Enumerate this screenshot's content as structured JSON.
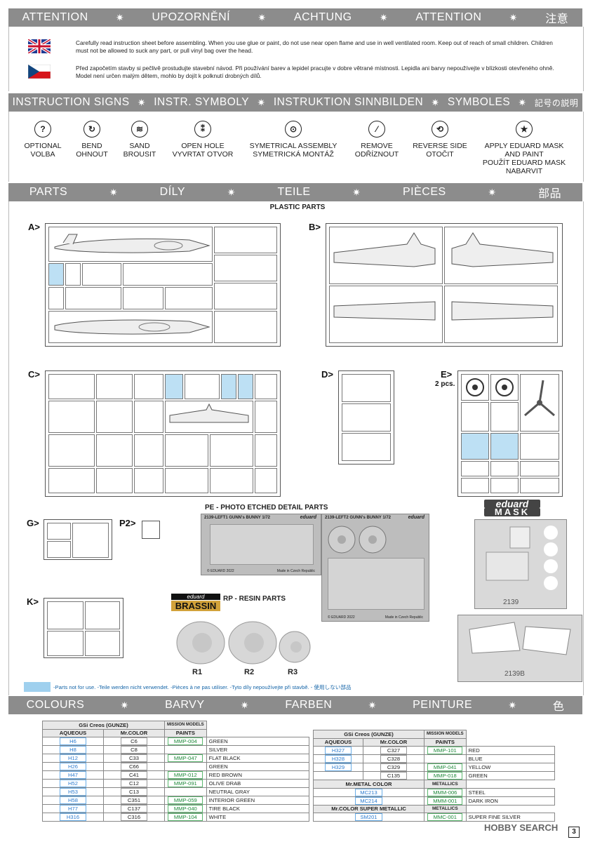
{
  "attention_band": [
    "ATTENTION",
    "UPOZORNĚNÍ",
    "ACHTUNG",
    "ATTENTION",
    "注意"
  ],
  "warnings": {
    "en": "Carefully read instruction sheet before assembling. When you use glue or paint, do not use near open flame and use in well ventilated room. Keep out of reach of small children. Children must not be allowed to suck any part, or pull vinyl bag over the head.",
    "cz": "Před započetím stavby si pečlivě prostudujte stavební návod. Při používání barev a lepidel pracujte v dobre větrané místnosti. Lepidla ani barvy nepoužívejte v blízkosti otevřeného ohně. Model není určen malým dětem, mohlo by dojít k polknutí drobných dílů."
  },
  "signs_band": [
    "INSTRUCTION SIGNS",
    "INSTR. SYMBOLY",
    "INSTRUKTION SINNBILDEN",
    "SYMBOLES",
    "記号の説明"
  ],
  "signs": [
    {
      "icon": "question-icon",
      "glyph": "?",
      "l1": "OPTIONAL",
      "l2": "VOLBA",
      "l3": "",
      "l4": ""
    },
    {
      "icon": "bend-icon",
      "glyph": "↻",
      "l1": "BEND",
      "l2": "OHNOUT",
      "l3": "",
      "l4": ""
    },
    {
      "icon": "sand-icon",
      "glyph": "≋",
      "l1": "SAND",
      "l2": "BROUSIT",
      "l3": "",
      "l4": ""
    },
    {
      "icon": "drill-icon",
      "glyph": "⁑",
      "l1": "OPEN HOLE",
      "l2": "VYVRTAT OTVOR",
      "l3": "",
      "l4": ""
    },
    {
      "icon": "symmetric-icon",
      "glyph": "⊙",
      "l1": "SYMETRICAL ASSEMBLY",
      "l2": "SYMETRICKÁ MONTÁŽ",
      "l3": "",
      "l4": ""
    },
    {
      "icon": "cut-icon",
      "glyph": "⁄",
      "l1": "REMOVE",
      "l2": "ODŘÍZNOUT",
      "l3": "",
      "l4": ""
    },
    {
      "icon": "reverse-icon",
      "glyph": "⟲",
      "l1": "REVERSE SIDE",
      "l2": "OTOČIT",
      "l3": "",
      "l4": ""
    },
    {
      "icon": "star-mask-icon",
      "glyph": "★",
      "l1": "APPLY EDUARD MASK",
      "l2": "AND PAINT",
      "l3": "POUŽÍT EDUARD MASK",
      "l4": "NABARVIT"
    }
  ],
  "parts_band": [
    "PARTS",
    "DÍLY",
    "TEILE",
    "PIÈCES",
    "部品"
  ],
  "parts": {
    "plastic_title": "PLASTIC PARTS",
    "sprues": [
      "A>",
      "B>",
      "C>",
      "D>",
      "E>",
      "G>",
      "P2>",
      "K>"
    ],
    "e_count": "2 pcs.",
    "pe_title": "PE - PHOTO ETCHED DETAIL PARTS",
    "pe1_header": "2139-LEFT1  GUNN's BUNNY  1/72",
    "pe2_header": "2139-LEFT2  GUNN's BUNNY  1/72",
    "pe_brand": "eduard",
    "pe1_footer_l": "© EDUARD 2022",
    "pe1_footer_r": "Made in Czech Republic",
    "pe2_footer_l": "© EDUARD 2022",
    "pe2_footer_r": "Made in Czech Republic",
    "mask_brand1": "eduard",
    "mask_brand2": "MASK",
    "mask1_code": "2139",
    "mask2_code": "2139B",
    "brassin_top": "eduard",
    "brassin_bottom": "BRASSIN",
    "resin_title": "RP - RESIN PARTS",
    "resin_labels": [
      "R1",
      "R2",
      "R3"
    ],
    "legend": "-Parts not for use. -Teile werden nicht verwendet. -Pièces à ne pas utiliser. -Tyto díly nepoužívejte při stavbě. -  使用しない部品",
    "colors": {
      "highlight": "#bde0f4",
      "band": "#8c8c8c"
    }
  },
  "colours_band": [
    "COLOURS",
    "BARVY",
    "FARBEN",
    "PEINTURE",
    "色"
  ],
  "paint_left": {
    "head1": "GSi Creos (GUNZE)",
    "head2": "MISSION MODELS",
    "cols": [
      "AQUEOUS",
      "Mr.COLOR",
      "PAINTS"
    ],
    "rows": [
      [
        "H6",
        "C6",
        "MMP-004",
        "GREEN"
      ],
      [
        "H8",
        "C8",
        "",
        "SILVER"
      ],
      [
        "H12",
        "C33",
        "MMP-047",
        "FLAT BLACK"
      ],
      [
        "H26",
        "C66",
        "",
        "GREEN"
      ],
      [
        "H47",
        "C41",
        "MMP-012",
        "RED BROWN"
      ],
      [
        "H52",
        "C12",
        "MMP-091",
        "OLIVE DRAB"
      ],
      [
        "H53",
        "C13",
        "",
        "NEUTRAL GRAY"
      ],
      [
        "H58",
        "C351",
        "MMP-059",
        "INTERIOR GREEN"
      ],
      [
        "H77",
        "C137",
        "MMP-040",
        "TIRE BLACK"
      ],
      [
        "H316",
        "C316",
        "MMP-104",
        "WHITE"
      ]
    ]
  },
  "paint_right": {
    "head1": "GSi Creos (GUNZE)",
    "head2": "MISSION MODELS",
    "cols": [
      "AQUEOUS",
      "Mr.COLOR",
      "PAINTS"
    ],
    "rows": [
      [
        "H327",
        "C327",
        "MMP-101",
        "RED"
      ],
      [
        "H328",
        "C328",
        "",
        "BLUE"
      ],
      [
        "H329",
        "C329",
        "MMP-041",
        "YELLOW"
      ],
      [
        "",
        "C135",
        "MMP-018",
        "GREEN"
      ]
    ],
    "metal_head": "Mr.METAL COLOR",
    "metal_head2": "METALLICS",
    "metal_rows": [
      [
        "MC213",
        "MMM-006",
        "STEEL"
      ],
      [
        "MC214",
        "MMM-001",
        "DARK IRON"
      ]
    ],
    "super_head": "Mr.COLOR SUPER METALLIC",
    "super_head2": "METALLICS",
    "super_rows": [
      [
        "SM201",
        "MMC-001",
        "SUPER FINE SILVER"
      ]
    ]
  },
  "watermark": "HOBBY SEARCH",
  "page_number": "3"
}
